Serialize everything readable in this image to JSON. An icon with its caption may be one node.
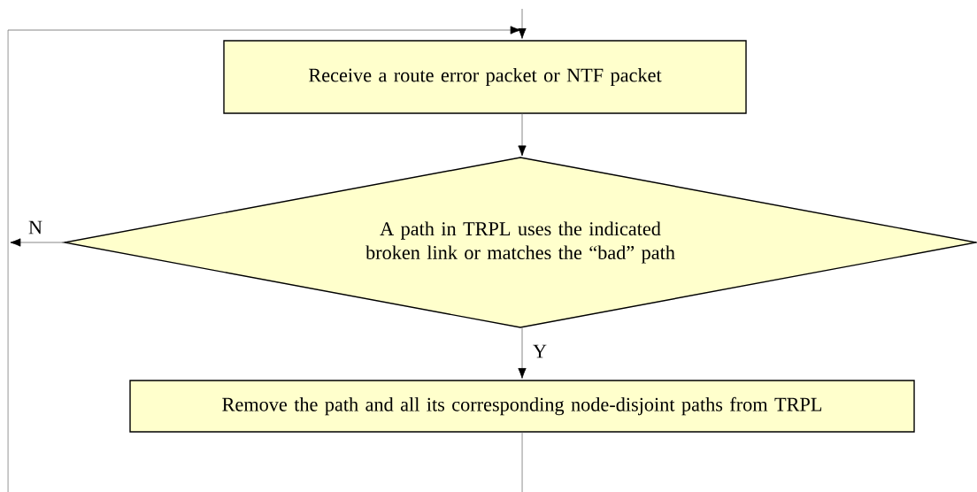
{
  "diagram": {
    "nodes": [
      {
        "text": [
          "Receive a route error packet or NTF packet"
        ]
      },
      {
        "text": [
          "A path in TRPL uses the indicated broken link or matches the “bad” path"
        ]
      },
      {
        "text": [
          "Remove the path and all its corresponding node-disjoint paths from TRPL"
        ]
      }
    ],
    "edges": [
      {
        "from": null,
        "to": 0,
        "arrow": "to"
      },
      {
        "from": 0,
        "to": 1,
        "arrow": "to"
      },
      {
        "from": 1,
        "to": null,
        "arrow": "to",
        "label": "N"
      },
      {
        "from": 1,
        "to": 2,
        "arrow": "to",
        "label": "Y"
      },
      {
        "from": 2,
        "to": null,
        "arrow": "none"
      },
      {
        "from": null,
        "to": 0,
        "arrow": "to"
      }
    ]
  }
}
